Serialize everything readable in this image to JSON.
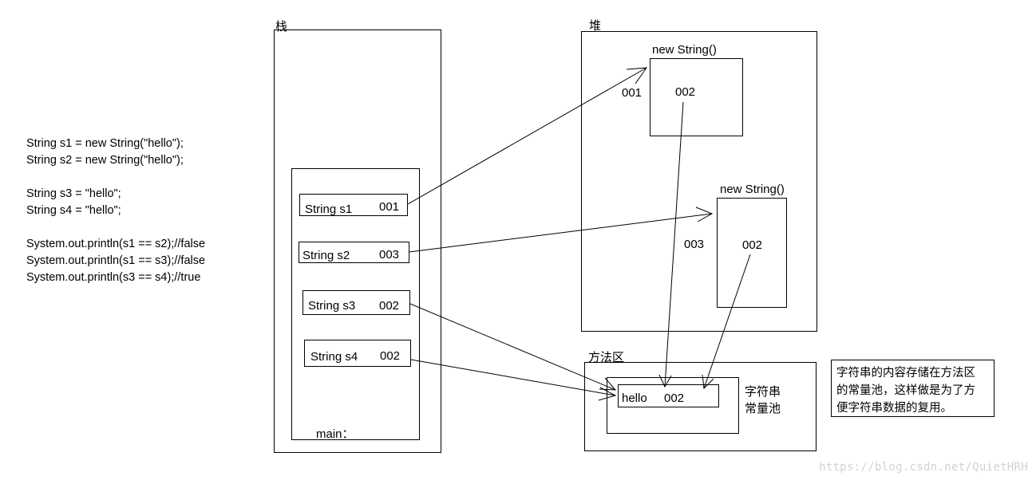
{
  "code": {
    "lines": [
      "String s1 = new String(\"hello\");",
      "String s2 = new String(\"hello\");",
      "",
      "String s3 = \"hello\";",
      "String s4 = \"hello\";",
      "",
      "System.out.println(s1 == s2);//false",
      "System.out.println(s1 == s3);//false",
      "System.out.println(s3 == s4);//true"
    ]
  },
  "stack": {
    "title": "栈",
    "frame_label": "main：",
    "vars": [
      {
        "name": "String s1",
        "addr": "001"
      },
      {
        "name": "String s2",
        "addr": "003"
      },
      {
        "name": "String s3",
        "addr": "002"
      },
      {
        "name": "String s4",
        "addr": "002"
      }
    ]
  },
  "heap": {
    "title": "堆",
    "objects": [
      {
        "label": "new String()",
        "addr": "001",
        "value": "002"
      },
      {
        "label": "new String()",
        "addr": "003",
        "value": "002"
      }
    ]
  },
  "method_area": {
    "title": "方法区",
    "pool_label": "字符串\n常量池",
    "entry_value": "hello",
    "entry_addr": "002"
  },
  "note": "字符串的内容存储在方法区\n的常量池，这样做是为了方\n便字符串数据的复用。",
  "watermark": "https://blog.csdn.net/QuietHRH"
}
